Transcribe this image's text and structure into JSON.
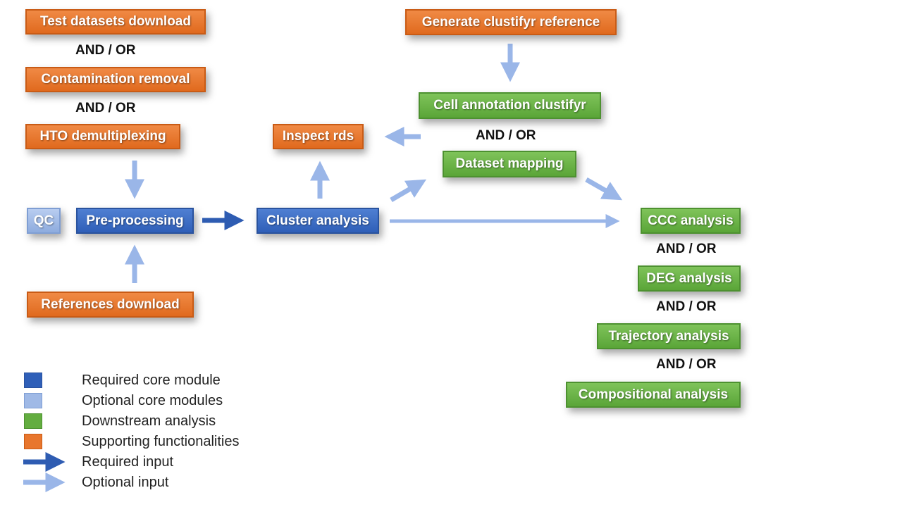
{
  "nodes": {
    "test_datasets": "Test datasets download",
    "contamination": "Contamination removal",
    "hto": "HTO demultiplexing",
    "qc": "QC",
    "preprocessing": "Pre-processing",
    "references": "References download",
    "cluster": "Cluster analysis",
    "inspect": "Inspect rds",
    "generate_clustifyr": "Generate clustifyr reference",
    "cell_annotation": "Cell annotation clustifyr",
    "dataset_mapping": "Dataset mapping",
    "ccc": "CCC analysis",
    "deg": "DEG analysis",
    "trajectory": "Trajectory analysis",
    "compositional": "Compositional analysis"
  },
  "connector_label": "AND / OR",
  "legend": {
    "required_core": "Required core module",
    "optional_core": "Optional core modules",
    "downstream": "Downstream analysis",
    "supporting": "Supporting functionalities",
    "required_input": "Required input",
    "optional_input": "Optional input"
  },
  "colors": {
    "required_core": "#2f5fb8",
    "optional_core": "#9fb9e6",
    "downstream": "#63ad40",
    "supporting": "#e8762d",
    "required_arrow": "#2e5cb2",
    "optional_arrow": "#9ab6e8"
  }
}
